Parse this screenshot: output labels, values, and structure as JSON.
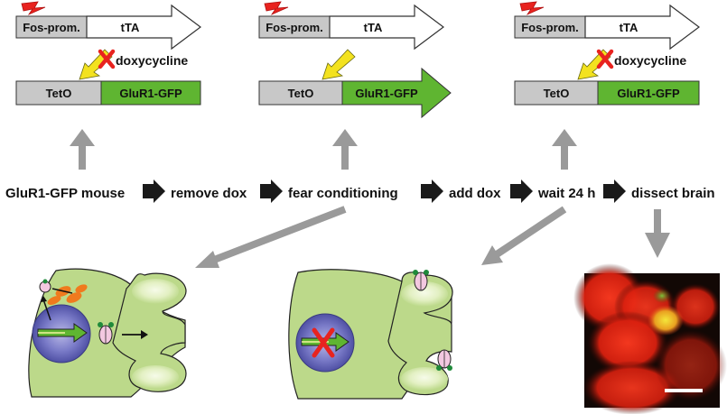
{
  "constructs": [
    {
      "promoter_label": "Fos-prom.",
      "tta_label": "tTA",
      "doxycycline_label": "doxycycline",
      "doxycycline_blocked": true,
      "teto_label": "TetO",
      "gene_label": "GluR1-GFP",
      "gene_expressed": false
    },
    {
      "promoter_label": "Fos-prom.",
      "tta_label": "tTA",
      "doxycycline_label": "",
      "doxycycline_blocked": false,
      "teto_label": "TetO",
      "gene_label": "GluR1-GFP",
      "gene_expressed": true
    },
    {
      "promoter_label": "Fos-prom.",
      "tta_label": "tTA",
      "doxycycline_label": "doxycycline",
      "doxycycline_blocked": true,
      "teto_label": "TetO",
      "gene_label": "GluR1-GFP",
      "gene_expressed": false
    }
  ],
  "workflow_steps": [
    "GluR1-GFP mouse",
    "remove dox",
    "fear conditioning",
    "add dox",
    "wait 24 h",
    "dissect brain"
  ],
  "colors": {
    "promoter_box": "#c8c8c8",
    "gene_box": "#5fb531",
    "arrow_gray": "#9a9a9a",
    "step_arrow": "#1a1a1a",
    "doxycycline_arrow": "#f3e21f",
    "block_x": "#e8231f",
    "neuron_body": "#bcd98a",
    "nucleus": "#5e5fb5",
    "receptor": "#f3c8e0",
    "receptor_tag": "#1f8a3a",
    "micrograph_red": "#e0261a",
    "micrograph_yellow": "#f1d02a",
    "micrograph_green": "#6bb02e"
  },
  "icons": {
    "neuron_activity": "lightning-bolt-icon",
    "blocked": "red-x-icon"
  }
}
